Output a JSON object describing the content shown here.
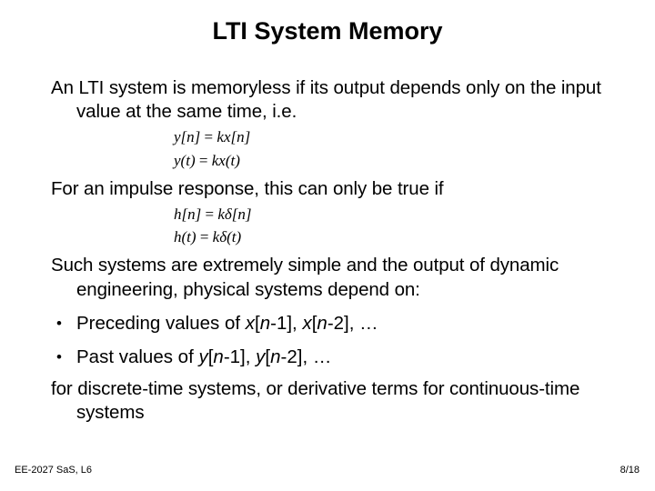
{
  "slide": {
    "title": "LTI System Memory",
    "paragraphs": {
      "p1": "An LTI system is memoryless if its output depends only on the input value at the same time, i.e.",
      "p2": "For an impulse response, this can only be true if",
      "p3": "Such systems are extremely simple and the output of dynamic engineering, physical systems depend on:",
      "p4": "for discrete-time systems, or derivative terms for continuous-time systems"
    },
    "equations": {
      "eq1": "y[n] = kx[n]",
      "eq2": "y(t) = kx(t)",
      "eq3": "h[n] = kδ[n]",
      "eq4": "h(t) = kδ(t)"
    },
    "bullets": [
      {
        "marker": "•",
        "text": "Preceding values of x[n-1], x[n-2], …"
      },
      {
        "marker": "•",
        "text": "Past values of y[n-1], y[n-2], …"
      }
    ],
    "footer": {
      "left": "EE-2027 SaS, L6",
      "right": "8/18"
    }
  }
}
